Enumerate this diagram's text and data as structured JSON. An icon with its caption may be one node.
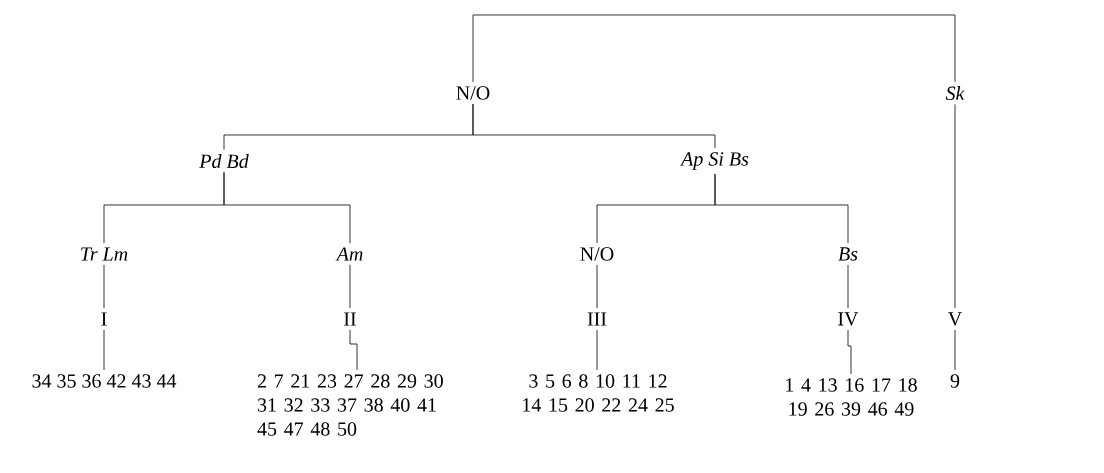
{
  "diagram": {
    "nodes": [
      {
        "text": [
          "N/O"
        ]
      },
      {
        "text": [
          "Sk"
        ]
      },
      {
        "text": [
          "Pd Bd"
        ]
      },
      {
        "text": [
          "Ap Si Bs"
        ]
      },
      {
        "text": [
          "Tr Lm"
        ]
      },
      {
        "text": [
          "Am"
        ]
      },
      {
        "text": [
          "N/O"
        ]
      },
      {
        "text": [
          "Bs"
        ]
      },
      {
        "text": [
          "I"
        ]
      },
      {
        "text": [
          "II"
        ]
      },
      {
        "text": [
          "III"
        ]
      },
      {
        "text": [
          "IV"
        ]
      },
      {
        "text": [
          "V"
        ]
      },
      {
        "text": [
          "34 35 36 42 43 44"
        ]
      },
      {
        "text": [
          "2 7 21 23 27 28 29 30 31 32 33 37 38 40 41 45 47 48 50"
        ]
      },
      {
        "text": [
          "3 5 6 8 10 11 12 14 15 20 22 24 25"
        ]
      },
      {
        "text": [
          "1 4 13 16 17 18 19 26 39 46 49"
        ]
      },
      {
        "text": [
          "9"
        ]
      }
    ],
    "edges": [
      {
        "from": 0,
        "to": 1,
        "arrow": "none"
      },
      {
        "from": 0,
        "to": 2,
        "arrow": "none"
      },
      {
        "from": 0,
        "to": 3,
        "arrow": "none"
      },
      {
        "from": 2,
        "to": 4,
        "arrow": "none"
      },
      {
        "from": 2,
        "to": 5,
        "arrow": "none"
      },
      {
        "from": 3,
        "to": 6,
        "arrow": "none"
      },
      {
        "from": 3,
        "to": 7,
        "arrow": "none"
      },
      {
        "from": 4,
        "to": 8,
        "arrow": "none"
      },
      {
        "from": 5,
        "to": 9,
        "arrow": "none"
      },
      {
        "from": 6,
        "to": 10,
        "arrow": "none"
      },
      {
        "from": 7,
        "to": 11,
        "arrow": "none"
      },
      {
        "from": 1,
        "to": 12,
        "arrow": "none"
      },
      {
        "from": 8,
        "to": 13,
        "arrow": "none"
      },
      {
        "from": 9,
        "to": 14,
        "arrow": "none"
      },
      {
        "from": 10,
        "to": 15,
        "arrow": "none"
      },
      {
        "from": 11,
        "to": 16,
        "arrow": "none"
      },
      {
        "from": 12,
        "to": 17,
        "arrow": "none"
      }
    ]
  }
}
